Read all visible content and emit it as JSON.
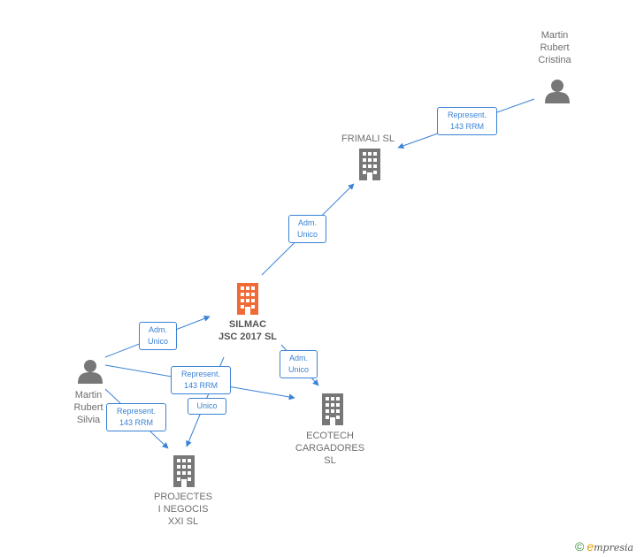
{
  "nodes": {
    "martin_rubert_cristina": {
      "label": "Martin\nRubert\nCristina",
      "kind": "person"
    },
    "frimali_sl": {
      "label": "FRIMALI  SL",
      "kind": "company"
    },
    "silmac_jsc_2017_sl": {
      "label": "SILMAC\nJSC 2017  SL",
      "kind": "company-main"
    },
    "martin_rubert_silvia": {
      "label": "Martin\nRubert\nSilvia",
      "kind": "person"
    },
    "ecotech_cargadores_sl": {
      "label": "ECOTECH\nCARGADORES\nSL",
      "kind": "company"
    },
    "projectes_i_negocis_xxi_sl": {
      "label": "PROJECTES\nI NEGOCIS\nXXI  SL",
      "kind": "company"
    }
  },
  "edges": [
    {
      "id": "cristina-frimali",
      "line1": "Represent.",
      "line2": "143 RRM"
    },
    {
      "id": "silmac-frimali",
      "line1": "Adm.",
      "line2": "Unico"
    },
    {
      "id": "silvia-silmac",
      "line1": "Adm.",
      "line2": "Unico"
    },
    {
      "id": "silmac-ecotech",
      "line1": "Adm.",
      "line2": "Unico"
    },
    {
      "id": "silvia-ecotech",
      "line1": "Represent.",
      "line2": "143 RRM"
    },
    {
      "id": "silmac-projectes",
      "line1": "Unico"
    },
    {
      "id": "silvia-projectes",
      "line1": "Represent.",
      "line2": "143 RRM"
    }
  ],
  "colors": {
    "edge": "#3a82d6",
    "main_company": "#f06a35",
    "company": "#777777",
    "person": "#777777"
  },
  "footer": {
    "copyright_symbol": "©",
    "brand_initial": "e",
    "brand_rest": "mpresia"
  }
}
